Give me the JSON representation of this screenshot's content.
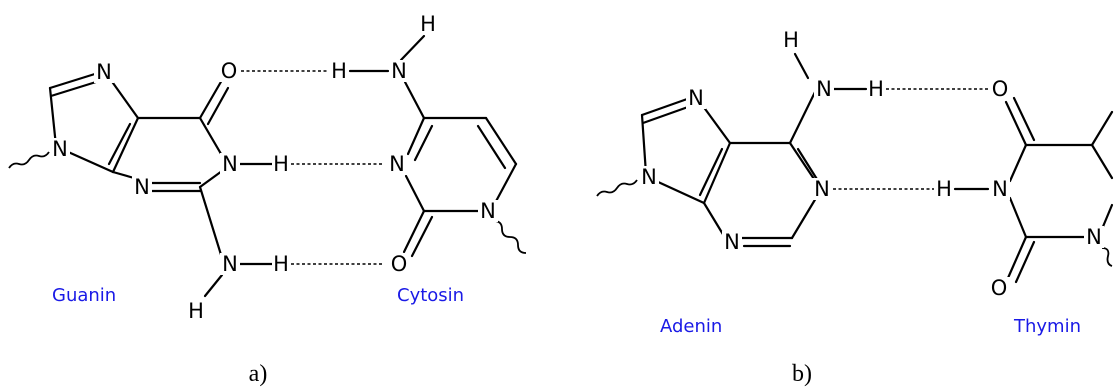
{
  "atoms": {
    "n": "N",
    "o": "O",
    "h": "H"
  },
  "panels": [
    {
      "caption": "a)",
      "left_base": "Guanin",
      "right_base": "Cytosin"
    },
    {
      "caption": "b)",
      "left_base": "Adenin",
      "right_base": "Thymin"
    }
  ],
  "colors": {
    "base_label": "#1a1ae6",
    "structure": "#000000"
  }
}
